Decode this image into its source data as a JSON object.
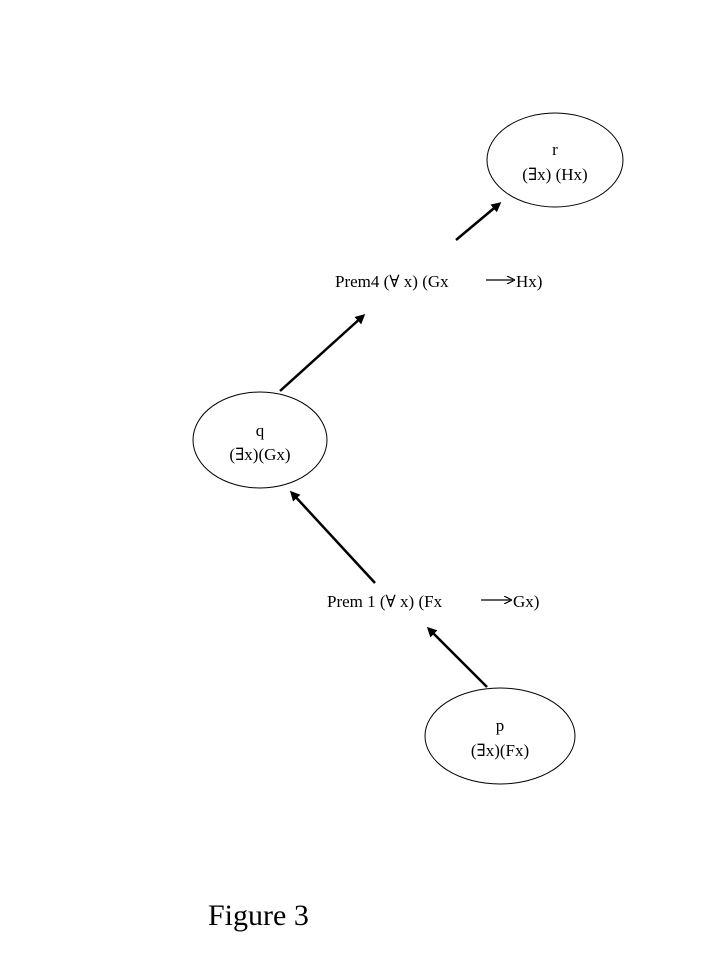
{
  "nodes": {
    "r": {
      "name": "r",
      "formula": "(∃x) (Hx)"
    },
    "q": {
      "name": "q",
      "formula": "(∃x)(Gx)"
    },
    "p": {
      "name": "p",
      "formula": "(∃x)(Fx)"
    }
  },
  "premises": {
    "prem4": {
      "head": "Prem4 (∀ x) (Gx ",
      "tail": "Hx)"
    },
    "prem1": {
      "head": "Prem 1 (∀ x) (Fx ",
      "tail": " Gx)"
    }
  },
  "caption": "Figure 3"
}
